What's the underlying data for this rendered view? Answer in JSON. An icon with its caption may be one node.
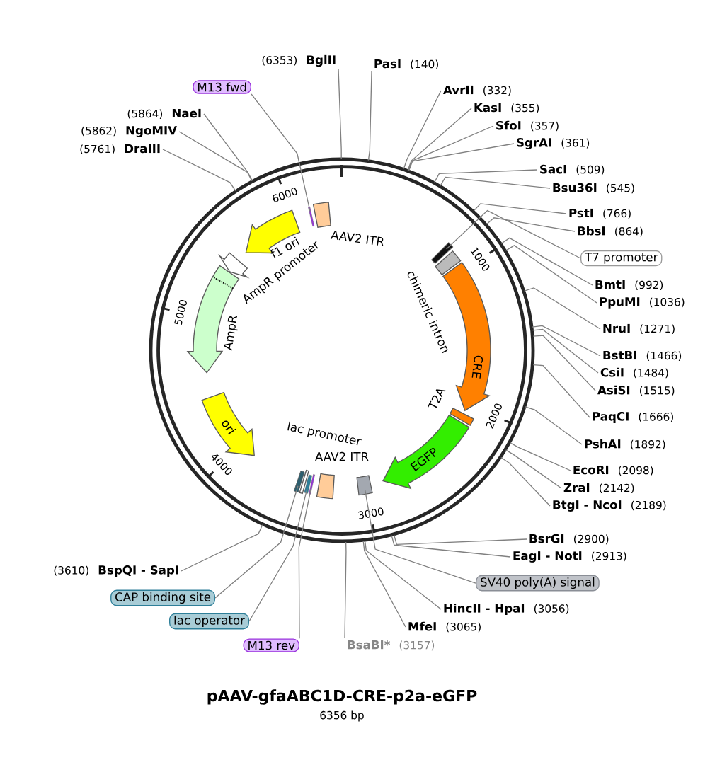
{
  "diagram": {
    "title": "pAAV-gfaABC1D-CRE-p2a-eGFP",
    "caption": "6356 bp",
    "nodes": [
      {
        "text": [
          "(6353)",
          "BglII"
        ]
      },
      {
        "text": [
          "PasI",
          "(140)"
        ]
      },
      {
        "text": [
          "AvrII",
          "(332)"
        ]
      },
      {
        "text": [
          "KasI",
          "(355)"
        ]
      },
      {
        "text": [
          "SfoI",
          "(357)"
        ]
      },
      {
        "text": [
          "SgrAI",
          "(361)"
        ]
      },
      {
        "text": [
          "SacI",
          "(509)"
        ]
      },
      {
        "text": [
          "Bsu36I",
          "(545)"
        ]
      },
      {
        "text": [
          "PstI",
          "(766)"
        ]
      },
      {
        "text": [
          "BbsI",
          "(864)"
        ]
      },
      {
        "text": [
          "T7 promoter"
        ]
      },
      {
        "text": [
          "BmtI",
          "(992)"
        ]
      },
      {
        "text": [
          "PpuMI",
          "(1036)"
        ]
      },
      {
        "text": [
          "NruI",
          "(1271)"
        ]
      },
      {
        "text": [
          "BstBI",
          "(1466)"
        ]
      },
      {
        "text": [
          "CsiI",
          "(1484)"
        ]
      },
      {
        "text": [
          "AsiSI",
          "(1515)"
        ]
      },
      {
        "text": [
          "PaqCI",
          "(1666)"
        ]
      },
      {
        "text": [
          "PshAI",
          "(1892)"
        ]
      },
      {
        "text": [
          "EcoRI",
          "(2098)"
        ]
      },
      {
        "text": [
          "ZraI",
          "(2142)"
        ]
      },
      {
        "text": [
          "BtgI - NcoI",
          "(2189)"
        ]
      },
      {
        "text": [
          "BsrGI",
          "(2900)"
        ]
      },
      {
        "text": [
          "EagI - NotI",
          "(2913)"
        ]
      },
      {
        "text": [
          "SV40 poly(A) signal"
        ]
      },
      {
        "text": [
          "HincII - HpaI",
          "(3056)"
        ]
      },
      {
        "text": [
          "MfeI",
          "(3065)"
        ]
      },
      {
        "text": [
          "BsaBI*",
          "(3157)"
        ]
      },
      {
        "text": [
          "(3610)",
          "BspQI - SapI"
        ]
      },
      {
        "text": [
          "CAP binding site"
        ]
      },
      {
        "text": [
          "lac operator"
        ]
      },
      {
        "text": [
          "M13 rev"
        ]
      },
      {
        "text": [
          "(5761)",
          "DraIII"
        ]
      },
      {
        "text": [
          "(5862)",
          "NgoMIV"
        ]
      },
      {
        "text": [
          "(5864)",
          "NaeI"
        ]
      },
      {
        "text": [
          "M13 fwd"
        ]
      },
      {
        "text": [
          "AAV2 ITR"
        ]
      },
      {
        "text": [
          "f1 ori"
        ]
      },
      {
        "text": [
          "AmpR promoter"
        ]
      },
      {
        "text": [
          "AmpR"
        ]
      },
      {
        "text": [
          "ori"
        ]
      },
      {
        "text": [
          "lac promoter"
        ]
      },
      {
        "text": [
          "AAV2 ITR"
        ]
      },
      {
        "text": [
          "EGFP"
        ]
      },
      {
        "text": [
          "T2A"
        ]
      },
      {
        "text": [
          "CRE"
        ]
      },
      {
        "text": [
          "chimeric intron"
        ]
      },
      {
        "text": [],
        "shape": "box"
      },
      {
        "text": [],
        "shape": "box"
      },
      {
        "text": [],
        "shape": "box"
      },
      {
        "text": [],
        "shape": "box"
      },
      {
        "text": [],
        "shape": "box"
      },
      {
        "text": [],
        "shape": "box"
      }
    ],
    "edges": [
      {
        "from": 0,
        "to": null,
        "arrow": "none"
      },
      {
        "from": 1,
        "to": null,
        "arrow": "none"
      },
      {
        "from": 2,
        "to": null,
        "arrow": "none"
      },
      {
        "from": 3,
        "to": null,
        "arrow": "none"
      },
      {
        "from": 4,
        "to": null,
        "arrow": "none"
      },
      {
        "from": 5,
        "to": null,
        "arrow": "none"
      },
      {
        "from": 6,
        "to": null,
        "arrow": "none"
      },
      {
        "from": 7,
        "to": null,
        "arrow": "none"
      },
      {
        "from": 8,
        "to": null,
        "arrow": "none"
      },
      {
        "from": 9,
        "to": null,
        "arrow": "none"
      },
      {
        "from": 10,
        "to": 47,
        "arrow": "none"
      },
      {
        "from": 11,
        "to": null,
        "arrow": "none"
      },
      {
        "from": 12,
        "to": null,
        "arrow": "none"
      },
      {
        "from": 13,
        "to": null,
        "arrow": "none"
      },
      {
        "from": 14,
        "to": null,
        "arrow": "none"
      },
      {
        "from": 15,
        "to": null,
        "arrow": "none"
      },
      {
        "from": 16,
        "to": null,
        "arrow": "none"
      },
      {
        "from": 17,
        "to": null,
        "arrow": "none"
      },
      {
        "from": 18,
        "to": null,
        "arrow": "none"
      },
      {
        "from": 19,
        "to": null,
        "arrow": "none"
      },
      {
        "from": 20,
        "to": null,
        "arrow": "none"
      },
      {
        "from": 21,
        "to": null,
        "arrow": "none"
      },
      {
        "from": 22,
        "to": null,
        "arrow": "none"
      },
      {
        "from": 23,
        "to": null,
        "arrow": "none"
      },
      {
        "from": 24,
        "to": 48,
        "arrow": "none"
      },
      {
        "from": 25,
        "to": null,
        "arrow": "none"
      },
      {
        "from": 26,
        "to": null,
        "arrow": "none"
      },
      {
        "from": 27,
        "to": null,
        "arrow": "none"
      },
      {
        "from": 28,
        "to": null,
        "arrow": "none"
      },
      {
        "from": 29,
        "to": 52,
        "arrow": "none"
      },
      {
        "from": 30,
        "to": 51,
        "arrow": "none"
      },
      {
        "from": 31,
        "to": 50,
        "arrow": "none"
      },
      {
        "from": 32,
        "to": null,
        "arrow": "none"
      },
      {
        "from": 33,
        "to": null,
        "arrow": "none"
      },
      {
        "from": 34,
        "to": null,
        "arrow": "none"
      },
      {
        "from": 35,
        "to": 49,
        "arrow": "none"
      }
    ],
    "labels": [
      "1000",
      "2000",
      "3000",
      "4000",
      "5000",
      "6000"
    ]
  }
}
